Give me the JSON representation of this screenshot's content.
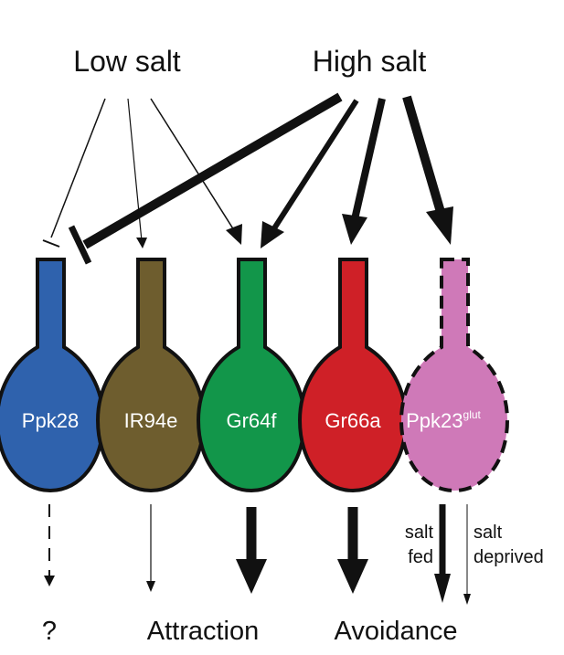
{
  "stimuli": {
    "low": "Low salt",
    "high": "High salt"
  },
  "neurons": [
    {
      "id": "ppk28",
      "label": "Ppk28",
      "sup": "",
      "color": "#2f62ad"
    },
    {
      "id": "ir94e",
      "label": "IR94e",
      "sup": "",
      "color": "#6e5d2e"
    },
    {
      "id": "gr64f",
      "label": "Gr64f",
      "sup": "",
      "color": "#12964a"
    },
    {
      "id": "gr66a",
      "label": "Gr66a",
      "sup": "",
      "color": "#cf2027"
    },
    {
      "id": "ppk23",
      "label": "Ppk23",
      "sup": "glut",
      "color": "#cf79b8",
      "dashed": true
    }
  ],
  "outputs": {
    "unknown": "?",
    "attraction": "Attraction",
    "avoidance": "Avoidance"
  },
  "notes": {
    "salt_fed_1": "salt",
    "salt_fed_2": "fed",
    "salt_deprived_1": "salt",
    "salt_deprived_2": "deprived"
  }
}
